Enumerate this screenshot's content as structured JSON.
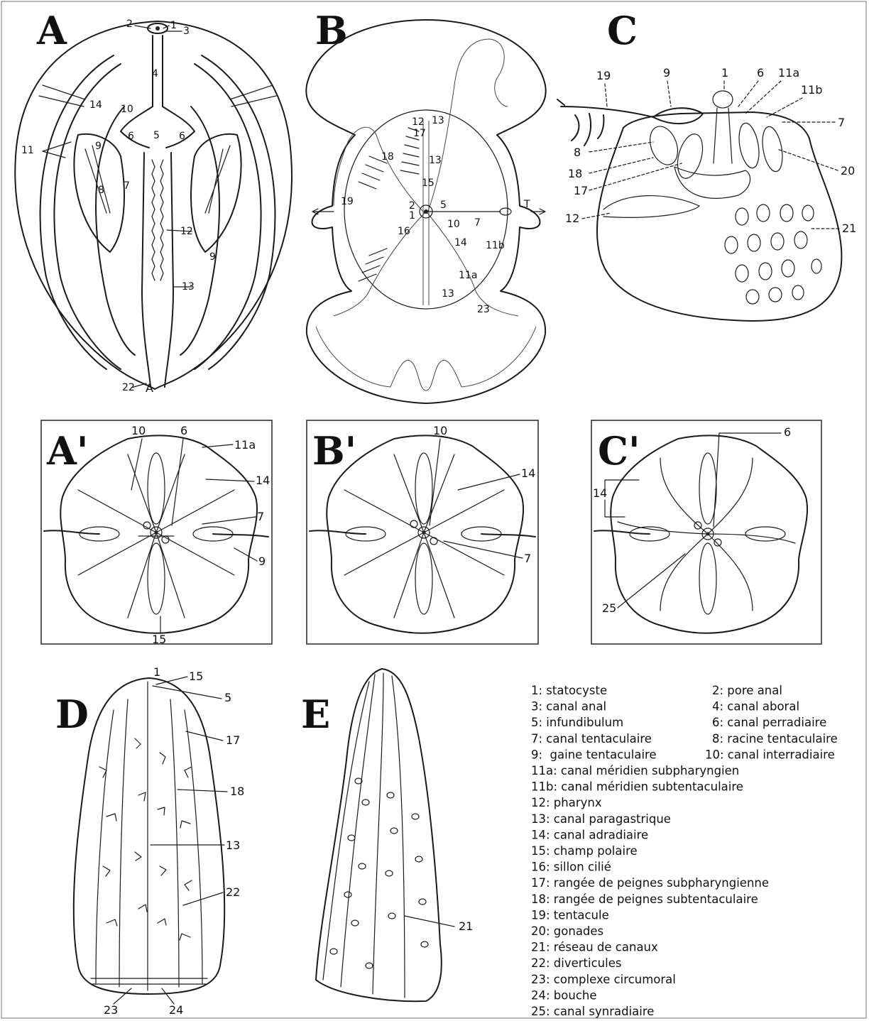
{
  "panels": {
    "A": "A",
    "B": "B",
    "C": "C",
    "A_prime": "A'",
    "B_prime": "B'",
    "C_prime": "C'",
    "D": "D",
    "E": "E"
  },
  "panel_A_labels": {
    "n1": "1",
    "n2": "2",
    "n3": "3",
    "n4": "4",
    "n5": "5",
    "n6a": "6",
    "n6b": "6",
    "n7": "7",
    "n8": "8",
    "n9a": "9",
    "n9b": "9",
    "n10": "10",
    "n11": "11",
    "n12": "12",
    "n13": "13",
    "n14": "14",
    "n22": "22",
    "nA": "A"
  },
  "panel_B_labels": {
    "n1": "1",
    "n2": "2",
    "n5": "5",
    "n7": "7",
    "n10": "10",
    "n11a": "11a",
    "n11b": "11b",
    "n12": "12",
    "n13a": "13",
    "n13b": "13",
    "n13c": "13",
    "n14": "14",
    "n15": "15",
    "n16": "16",
    "n17": "17",
    "n18": "18",
    "n19": "19",
    "n23": "23",
    "nT": "T"
  },
  "panel_C_labels": {
    "n1": "1",
    "n6": "6",
    "n7": "7",
    "n8": "8",
    "n9": "9",
    "n11a": "11a",
    "n11b": "11b",
    "n12": "12",
    "n17": "17",
    "n18": "18",
    "n19": "19",
    "n20": "20",
    "n21": "21"
  },
  "panel_Ap_labels": {
    "n6": "6",
    "n7": "7",
    "n9": "9",
    "n10": "10",
    "n11a": "11a",
    "n14": "14",
    "n15": "15"
  },
  "panel_Bp_labels": {
    "n7": "7",
    "n10": "10",
    "n14": "14"
  },
  "panel_Cp_labels": {
    "n6": "6",
    "n14": "14",
    "n25": "25"
  },
  "panel_D_labels": {
    "n1": "1",
    "n5": "5",
    "n13": "13",
    "n15": "15",
    "n17": "17",
    "n18": "18",
    "n22": "22",
    "n23": "23",
    "n24": "24"
  },
  "panel_E_labels": {
    "n21": "21"
  },
  "legend": {
    "l1": "1: statocyste",
    "l2": "2: pore anal",
    "l3": "3: canal anal",
    "l4": "4: canal aboral",
    "l5": "5: infundibulum",
    "l6": "6: canal perradiaire",
    "l7": "7: canal tentaculaire",
    "l8": "8: racine tentaculaire",
    "l9": "9:  gaine tentaculaire",
    "l10": "10: canal interradiaire",
    "l11a": "11a: canal méridien subpharyngien",
    "l11b": "11b: canal méridien subtentaculaire",
    "l12": "12: pharynx",
    "l13": "13: canal paragastrique",
    "l14": "14: canal adradiaire",
    "l15": "15: champ polaire",
    "l16": "16: sillon cilié",
    "l17": "17: rangée de peignes subpharyngienne",
    "l18": "18: rangée de peignes subtentaculaire",
    "l19": "19: tentacule",
    "l20": "20: gonades",
    "l21": "21: réseau de canaux",
    "l22": "22: diverticules",
    "l23": "23: complexe circumoral",
    "l24": "24: bouche",
    "l25": "25: canal synradiaire"
  }
}
